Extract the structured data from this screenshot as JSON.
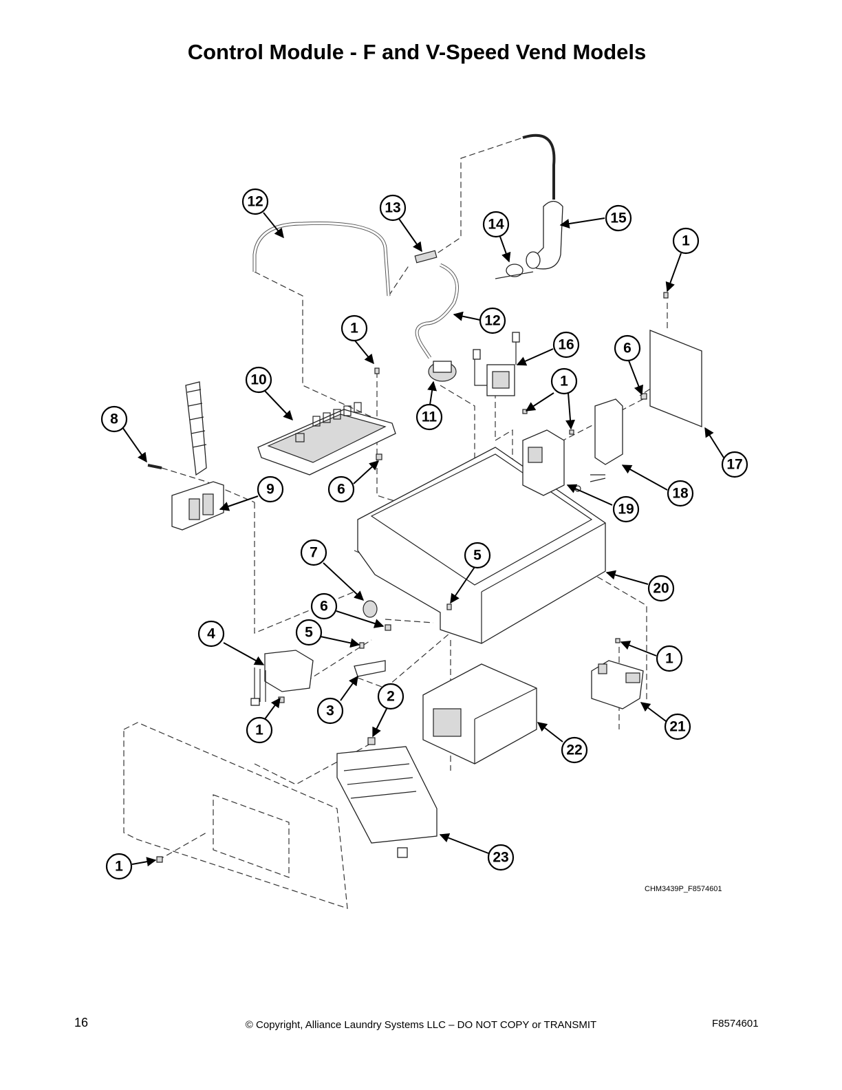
{
  "title": "Control Module - F and V-Speed Vend Models",
  "drawing_id": "CHM3439P_F8574601",
  "footer": {
    "page_number": "16",
    "copyright": "© Copyright, Alliance Laundry Systems LLC – DO NOT COPY or TRANSMIT",
    "document_code": "F8574601"
  },
  "callouts": [
    "12",
    "13",
    "14",
    "15",
    "1",
    "1",
    "12",
    "16",
    "6",
    "10",
    "1",
    "1",
    "8",
    "11",
    "17",
    "18",
    "9",
    "6",
    "19",
    "7",
    "5",
    "20",
    "6",
    "4",
    "5",
    "1",
    "3",
    "2",
    "21",
    "1",
    "22",
    "23",
    "1"
  ]
}
